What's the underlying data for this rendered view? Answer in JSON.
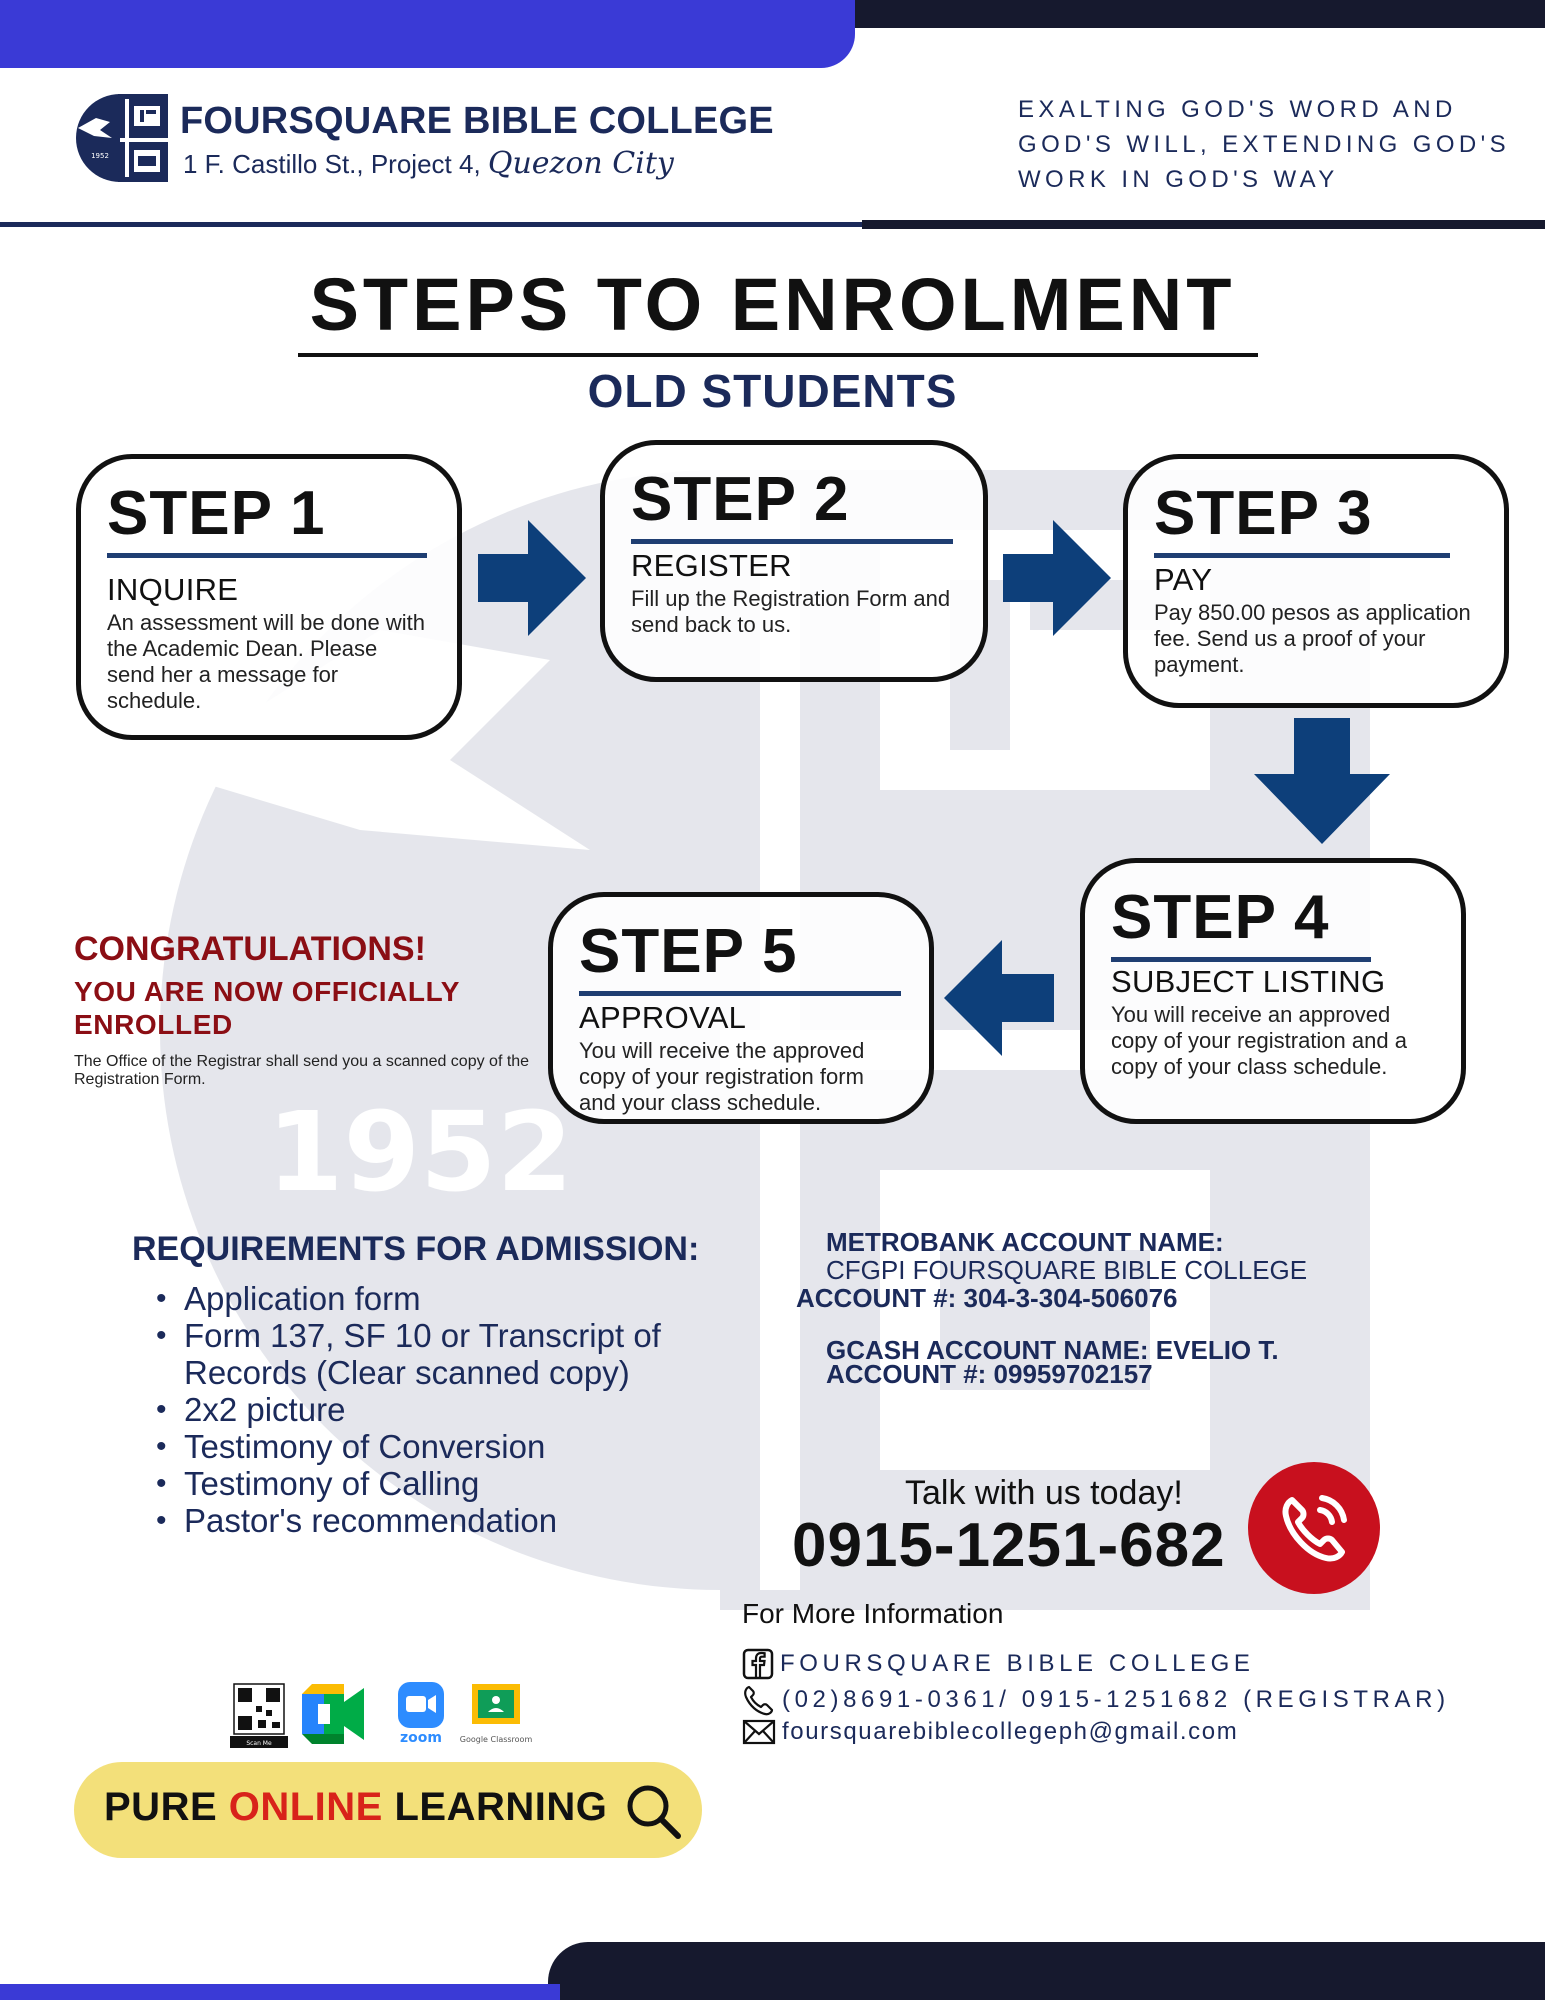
{
  "header": {
    "college_name": "FOURSQUARE BIBLE COLLEGE",
    "address_main": "1 F. Castillo St., Project 4, ",
    "address_city": "Quezon City",
    "tagline": "EXALTING GOD'S WORD AND GOD'S WILL, EXTENDING GOD'S WORK IN GOD'S WAY",
    "logo_year": "1952"
  },
  "title": "STEPS TO ENROLMENT",
  "subtitle": "OLD STUDENTS",
  "watermark_year": "1952",
  "steps": [
    {
      "label": "STEP 1",
      "heading": "INQUIRE",
      "description": "An assessment will be done with the Academic Dean. Please send her a message for schedule."
    },
    {
      "label": "STEP 2",
      "heading": "REGISTER",
      "description": "Fill up the Registration Form and send back to us."
    },
    {
      "label": "STEP 3",
      "heading": "PAY",
      "description": "Pay 850.00 pesos as application fee. Send us a proof of your payment."
    },
    {
      "label": "STEP 4",
      "heading": "SUBJECT LISTING",
      "description": "You will receive an approved copy of your registration and a copy of your class schedule."
    },
    {
      "label": "STEP 5",
      "heading": "APPROVAL",
      "description": "You will receive the approved copy of your registration form and your class schedule."
    }
  ],
  "congrats": {
    "title": "CONGRATULATIONS!",
    "subtitle": "YOU ARE NOW OFFICIALLY ENROLLED",
    "note": "The Office of the Registrar shall send you a scanned copy of the Registration Form."
  },
  "requirements": {
    "title": "REQUIREMENTS FOR ADMISSION:",
    "items": [
      "Application form",
      "Form 137, SF 10 or Transcript of Records (Clear scanned copy)",
      "2x2 picture",
      "Testimony of Conversion",
      "Testimony of Calling",
      "Pastor's recommendation"
    ]
  },
  "bank": {
    "metrobank_label": "METROBANK ACCOUNT NAME:",
    "metrobank_name": "CFGPI FOURSQUARE BIBLE COLLEGE",
    "metrobank_account": "ACCOUNT #: 304-3-304-506076",
    "gcash_label": "GCASH ACCOUNT NAME: EVELIO T.",
    "gcash_account": "ACCOUNT #: 09959702157"
  },
  "contact": {
    "talk": "Talk with us today!",
    "phone": "0915-1251-682",
    "more_info": "For More Information",
    "facebook": "FOURSQUARE BIBLE COLLEGE",
    "phones": "(02)8691-0361/ 0915-1251682 (REGISTRAR)",
    "email": "foursquarebiblecollegeph@gmail.com"
  },
  "online": {
    "qr_caption": "Scan Me",
    "zoom_label": "zoom",
    "classroom_label": "Google Classroom",
    "pre": "PURE ",
    "highlight": "ONLINE",
    "post": " LEARNING"
  },
  "colors": {
    "navy": "#1b2a5a",
    "arrow_blue": "#0d3f7a",
    "top_blue": "#3a3ad6",
    "dark": "#16192e",
    "congrats_red": "#8b0e14",
    "phone_red": "#c8101e",
    "pill_yellow": "#f3e07a"
  }
}
